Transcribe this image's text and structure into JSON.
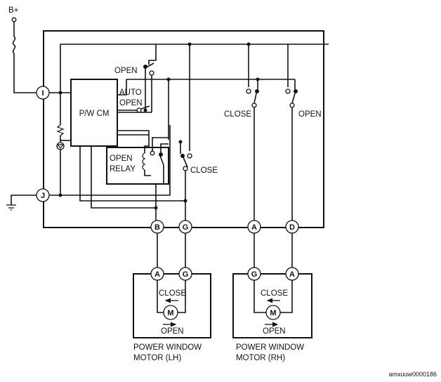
{
  "supply": {
    "label": "B+"
  },
  "control_module": {
    "label": "P/W CM"
  },
  "relay": {
    "line1": "OPEN",
    "line2": "RELAY"
  },
  "module_terminals": {
    "upper": "I",
    "lower": "J"
  },
  "switch_labels": {
    "open": "OPEN",
    "auto_line1": "AUTO",
    "auto_line2": "OPEN",
    "close_lh": "CLOSE",
    "close_rh": "CLOSE",
    "open_rh": "OPEN"
  },
  "connectors": [
    "B",
    "G",
    "A",
    "D"
  ],
  "motors": [
    {
      "name_line1": "POWER WINDOW",
      "name_line2": "MOTOR (LH)",
      "terminals": [
        "A",
        "G"
      ],
      "close_label": "CLOSE",
      "open_label": "OPEN",
      "symbol": "M"
    },
    {
      "name_line1": "POWER WINDOW",
      "name_line2": "MOTOR (RH)",
      "terminals": [
        "G",
        "A"
      ],
      "close_label": "CLOSE",
      "open_label": "OPEN",
      "symbol": "M"
    }
  ],
  "figure_id": "amxuuw0000186"
}
